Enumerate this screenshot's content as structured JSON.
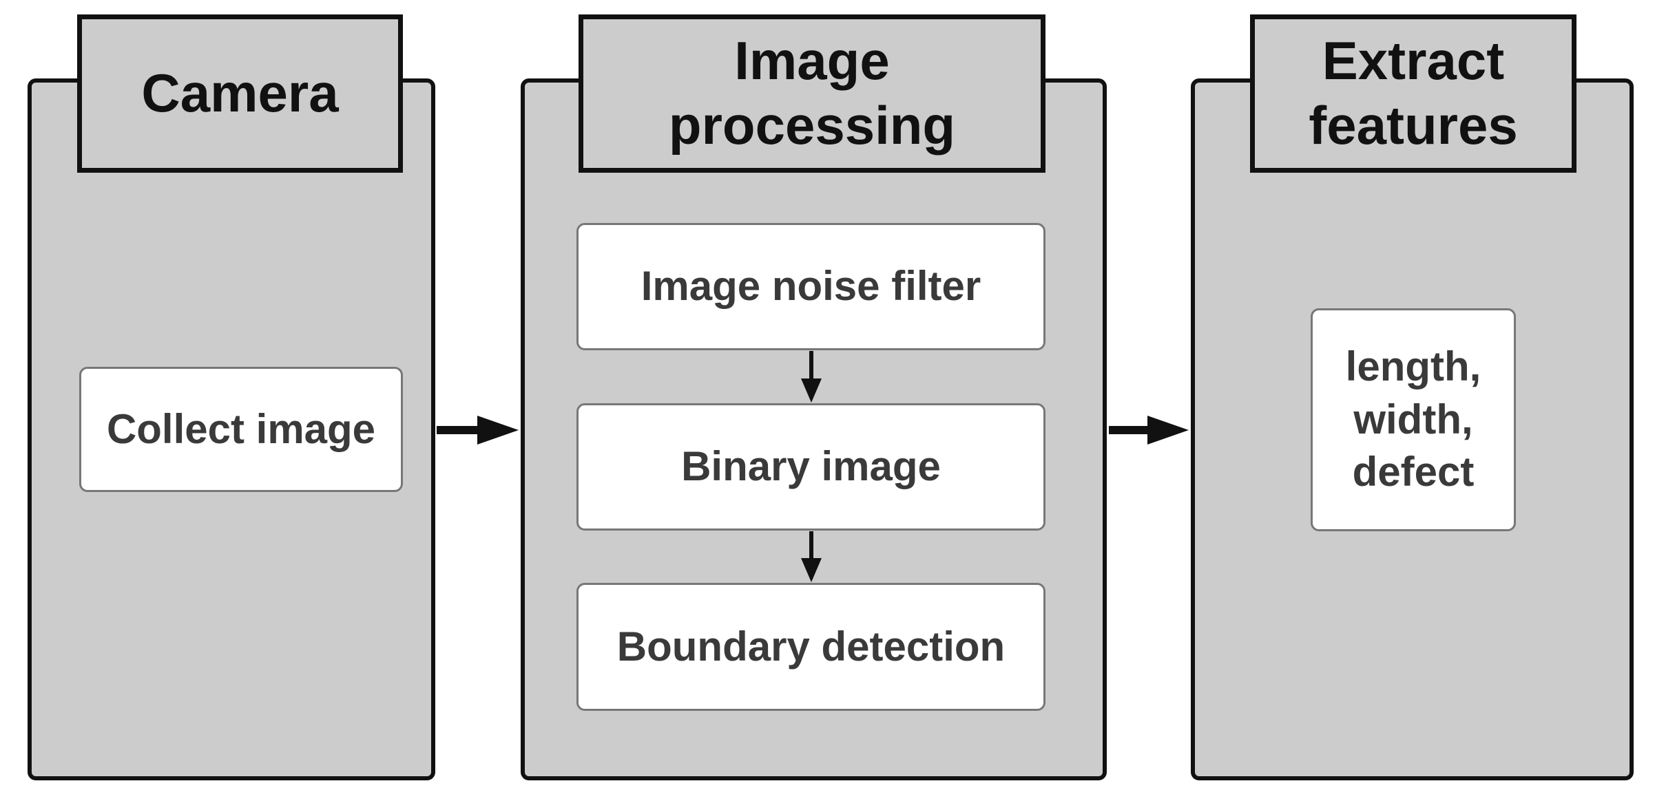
{
  "colors": {
    "panel_fill": "#cccccc",
    "border": "#111111",
    "box_fill": "#ffffff",
    "box_border": "#777777",
    "box_text": "#3a3a3a"
  },
  "stages": [
    {
      "title": "Camera",
      "steps": [
        "Collect image"
      ]
    },
    {
      "title": "Image\nprocessing",
      "steps": [
        "Image noise filter",
        "Binary image",
        "Boundary detection"
      ]
    },
    {
      "title": "Extract\nfeatures",
      "steps": [
        "length,\nwidth,\ndefect"
      ]
    }
  ]
}
